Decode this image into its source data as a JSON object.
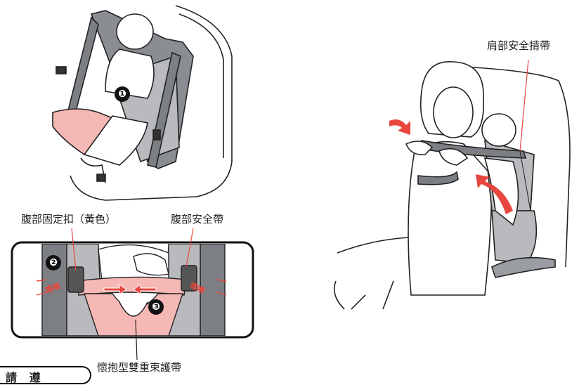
{
  "labels": {
    "abdominal_buckle": "腹部固定扣（黃色）",
    "abdominal_belt": "腹部安全帶",
    "shoulder_strap": "肩部安全揹帶",
    "harness": "懷抱型雙重束護帶",
    "click_left": "喀嚓",
    "click_right": "喀嚓"
  },
  "steps": {
    "step1": "❶",
    "step2": "❷",
    "step3": "❸"
  },
  "tab_text": "請 遵",
  "colors": {
    "accent_red": "#e8473f",
    "pink_fill": "#f6b8b5",
    "strap_gray": "#7c7f83"
  }
}
